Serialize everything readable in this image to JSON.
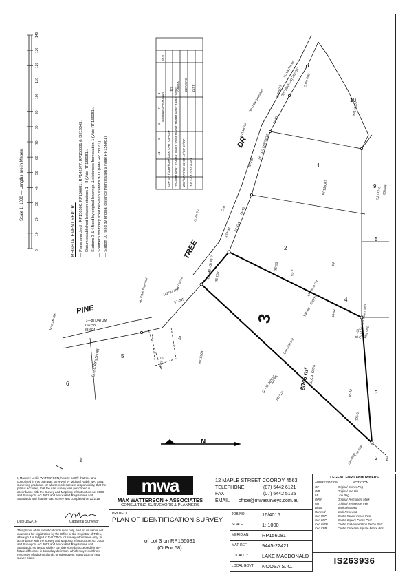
{
  "scale": {
    "caption": "Scale 1: 1000 — Lengths are in Metres.",
    "ticks": [
      "0",
      "10",
      "20",
      "30",
      "40",
      "50",
      "60",
      "70",
      "80",
      "90",
      "100",
      "110",
      "120",
      "130",
      "140"
    ]
  },
  "report": {
    "heading": "REINSTATEMENT REPORT",
    "lines": [
      "Plans searched : RP136506, RP156081, RP142977, RP156081 & IS213343.",
      "Datum established between stations 1—8 (Vide RP156081).",
      "Stations 3 & 4 fixed by original bearings & distances from station 1 (Vide RP156081).",
      "Southern boundary fixed between stations 9-11 (Vide RP156081).",
      "Station 10 fixed by original distance from station 9 (Vide RP156081)."
    ]
  },
  "ref_marks": {
    "title": "REFERENCE MARKS",
    "headers": [
      "STN",
      "TO",
      "ORIGIN",
      "BEARING",
      "DIST"
    ],
    "rows": [
      [
        "1",
        "GIP",
        "22A/RP156081",
        "256°58'",
        "1·0"
      ],
      [
        "2",
        "GIP (Gone)",
        "22A/RP156081",
        "76°58'",
        "1·0"
      ],
      [
        "6",
        "GIP (Long Over)",
        "30/RP156081",
        "76°58'",
        "1·0"
      ],
      [
        "9",
        "GIP",
        "18/RP156081",
        "18°05'",
        "1·0"
      ],
      [
        "11",
        "GIP",
        "18/RP156081",
        "59°28'",
        "0·603"
      ]
    ]
  },
  "map": {
    "roads": [
      "PINE",
      "TREE",
      "DR"
    ],
    "lot_number": "3",
    "lot_area": "8046 m²",
    "area_note": "CALC & ORIG",
    "neighbour_lots": [
      "4",
      "5",
      "6",
      "1",
      "2",
      "5",
      "4",
      "3",
      "9",
      "10",
      "2"
    ],
    "plan_refs": [
      "RP156081",
      "RP156081",
      "RP",
      "RP",
      "RP142977",
      "IS213343",
      "136506",
      "RP"
    ],
    "datum_label": "(1—8) DATUM",
    "datum_bearing": "166°58'",
    "datum_dist": "83·604",
    "easement_label": "Emt C RP156081",
    "easement_label2": "Emt C",
    "bearings": [
      "148°33'40\"",
      "57·055",
      "21·74",
      "(3—5) 42·7",
      "36·169",
      "36°55'",
      "93·71",
      "169°36'",
      "53·824",
      "30·02",
      "19·01",
      "225°35'",
      "(8—6) 252°55'",
      "15·209",
      "(4—10) 288°36'10\"",
      "160·09",
      "256°58'",
      "(1—11)",
      "94·64",
      "98·42",
      "125·6",
      "181°13'",
      "(2—9) 260°12'",
      "101·63"
    ],
    "marks": [
      "No O.Mk GIP",
      "No O.Mk Searched",
      "O.Pin 0·2",
      "O.Pin 0·3",
      "O.Pin Orig",
      "No Mk Placed",
      "No O.Mk Searched",
      "Orig",
      "No O.Mk RP",
      "No O.Mk Pins 6 Den RFP",
      "LP Fence 0·3",
      "Cen GSP 0·8",
      "Cen BFP",
      "Cen SFP",
      "Plug Orig",
      "Mk Placed"
    ],
    "north_label": "N"
  },
  "certification": {
    "text": "I, Maxwell Leslie WATTERSON, hereby certify that the land comprised in this plan was surveyed by Michael Ralph WATSON, surveying graduate, for whose work I accept responsibility, that the plan is accurate, that the said survey was performed in accordance with the Survey and Mapping Infrastructure Act 2003 and Surveyors Act 2003 and associated Regulations and Standards and that the said survey was completed on 11/2/16.",
    "date_label": "Date",
    "date_value": "15/2/16",
    "signer_label": "Cadastral Surveyor",
    "disclaimer": "This plan is of an Identification Survey only, and on its own is not examined for registration by the Office of the Registrar of Titles, although it is lodged in that Office for survey information only, in accordance with the Survey and Mapping Infrastructure Act 2003 and Surveyors Act 2003 and associated Regulations and Standards. No responsibility can therefore be accepted for any future difference in boundary definition, which may result from resurveys of adjoining lands or subsequent registration of new survey plans."
  },
  "firm": {
    "logo": "mwa",
    "name": "MAX WATTERSON + ASSOCIATES",
    "sub": "CONSULTING SURVEYORS & PLANNERS",
    "address": "12 MAPLE STREET COOROY 4563",
    "telephone_label": "TELEPHONE",
    "telephone": "(07) 5442 6121",
    "fax_label": "FAX",
    "fax": "(07) 5442 5125",
    "email_label": "EMAIL",
    "email": "office@mwasurveys.com.au"
  },
  "project": {
    "label": "PROJECT",
    "title": "PLAN OF IDENTIFICATION SURVEY",
    "of_lot": "of Lot 3 on RP156081",
    "por": "(O.Por 68)"
  },
  "details": [
    {
      "label": "JOB NO",
      "value": "16/4016"
    },
    {
      "label": "SCALE",
      "value": "1: 1000"
    },
    {
      "label": "MERIDIAN",
      "value": "RP156081"
    },
    {
      "label": "MAP REF",
      "value": "9445-22421"
    },
    {
      "label": "LOCALITY",
      "value": "LAKE MACDONALD"
    },
    {
      "label": "LOCAL GOVT",
      "value": "NOOSA S. C."
    }
  ],
  "legend": {
    "title": "LEGEND FOR LANDOWNERS",
    "col1": "ABBREVIATION",
    "col2": "NOTATION",
    "rows": [
      [
        "OP",
        "Original Corner Peg"
      ],
      [
        "OIP",
        "Original Iron Pin"
      ],
      [
        "LP",
        "Line Peg"
      ],
      [
        "OPM",
        "Original Permanent Mark"
      ],
      [
        "ORT",
        "Original Reference Tree"
      ],
      [
        "Dist'd",
        "Mark Disturbed"
      ],
      [
        "Renewd",
        "Mark Renewed"
      ],
      [
        "Cen RFP",
        "Centre Round Fence Post"
      ],
      [
        "Cen SFP",
        "Centre Square Fence Post"
      ],
      [
        "Cen GIFP",
        "Centre Galvanised Iron Fence Post"
      ],
      [
        "Cen CFP",
        "Centre Concrete Square Fence Post"
      ]
    ]
  },
  "plan_number": "IS263936",
  "colors": {
    "ink": "#111111",
    "paper": "#ffffff"
  }
}
